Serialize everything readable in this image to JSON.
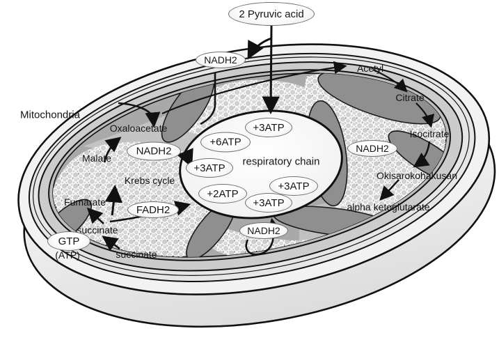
{
  "diagram": {
    "labels": {
      "pyruvic_acid": "2 Pyruvic acid",
      "nadh2_top": "NADH2",
      "mitochondria": "Mitochondria",
      "oxaloacetate": "Oxaloacetate",
      "nadh2_left": "NADH2",
      "malate": "Malate",
      "krebs_cycle": "Krebs cycle",
      "fumarate": "Fumarate",
      "fadh2": "FADH2",
      "succinate_upper": "succinate",
      "gtp": "GTP",
      "gtp_alt": "(ATP)",
      "succinate_lower": "succinate",
      "nadh2_bottom": "NADH2",
      "respiratory_chain": "respiratory chain",
      "atp_top": "+3ATP",
      "atp_six": "+6ATP",
      "atp_left": "+3ATP",
      "atp_two": "+2ATP",
      "atp_bottom": "+3ATP",
      "atp_right": "+3ATP",
      "acetyl": "Acetyl",
      "citrate": "Citrate",
      "isocitrate": "Isocitrate",
      "oxalosuccinate": "Okisarokohakusan",
      "alpha_ketoglutarate": "alpha ketoglutarate",
      "nadh2_right": "NADH2"
    },
    "colors": {
      "outline": "#111111",
      "outer_shell": "#f2f2f2",
      "membrane_band": "#cccccc",
      "matrix": "#a9a9a9",
      "crista": "#8f8f8f",
      "granule": "#d2d2d2",
      "chain_fill": "#f7f7f7"
    }
  }
}
